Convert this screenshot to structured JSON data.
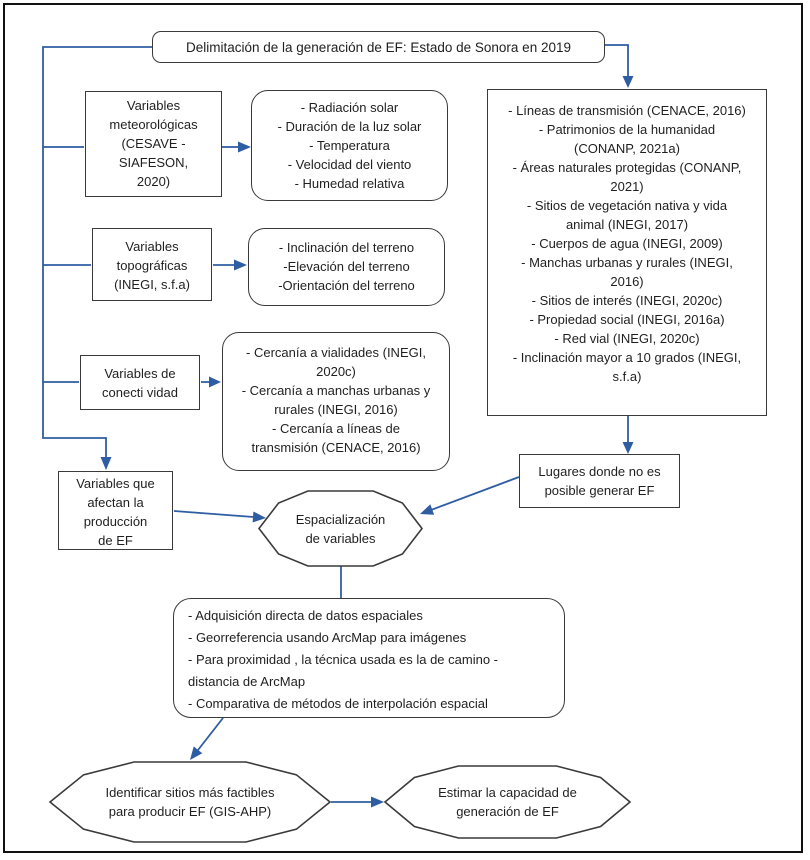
{
  "colors": {
    "arrow": "#2f5da2",
    "border": "#3a3a3a",
    "text": "#1f1f1f"
  },
  "diagram": {
    "title": "Delimitación de la generación de EF: Estado de Sonora en 2019",
    "nodes": {
      "meteo": {
        "label": "Variables\nmeteorológicas\n(CESAVE -\nSIAFESON,\n2020)",
        "items": [
          "- Radiación solar",
          "- Duración de la luz solar",
          "- Temperatura",
          "- Velocidad del viento",
          "- Humedad relativa"
        ]
      },
      "topo": {
        "label": "Variables\ntopográficas\n(INEGI, s.f.a)",
        "items": [
          "- Inclinación del terreno",
          "-Elevación del terreno",
          "-Orientación del terreno"
        ]
      },
      "conn": {
        "label": "Variables de\nconecti vidad",
        "items": [
          "- Cercanía a vialidades (INEGI, 2020c)",
          "- Cercanía a manchas urbanas y rurales (INEGI, 2016)",
          "- Cercanía a líneas de transmisión (CENACE, 2016)"
        ]
      },
      "restrictions": {
        "items": [
          "- Líneas de transmisión (CENACE, 2016)",
          "- Patrimonios de la humanidad (CONANP, 2021a)",
          "- Áreas naturales protegidas (CONANP, 2021)",
          "- Sitios de vegetación nativa y vida animal (INEGI, 2017)",
          "- Cuerpos de agua (INEGI, 2009)",
          "- Manchas urbanas y rurales (INEGI, 2016)",
          "- Sitios de interés (INEGI, 2020c)",
          "- Propiedad social (INEGI, 2016a)",
          "- Red vial (INEGI, 2020c)",
          "- Inclinación mayor a 10 grados (INEGI, s.f.a)"
        ]
      },
      "vars_affect": {
        "label": "Variables que\nafectan la\nproducción\nde EF"
      },
      "no_generation": {
        "label": "Lugares donde no es\nposible generar EF"
      },
      "spatialization": {
        "label": "Espacialización\nde variables"
      },
      "methods": {
        "items": [
          "- Adquisición directa de datos espaciales",
          "- Georreferencia usando ArcMap para imágenes",
          "- Para proximidad , la técnica usada es la de camino - distancia de ArcMap",
          "- Comparativa de métodos de interpolación espacial"
        ]
      },
      "identify": {
        "label": "Identificar sitios más factibles\npara producir EF (GIS-AHP)"
      },
      "estimate": {
        "label": "Estimar la capacidad de\ngeneración de EF"
      }
    }
  }
}
